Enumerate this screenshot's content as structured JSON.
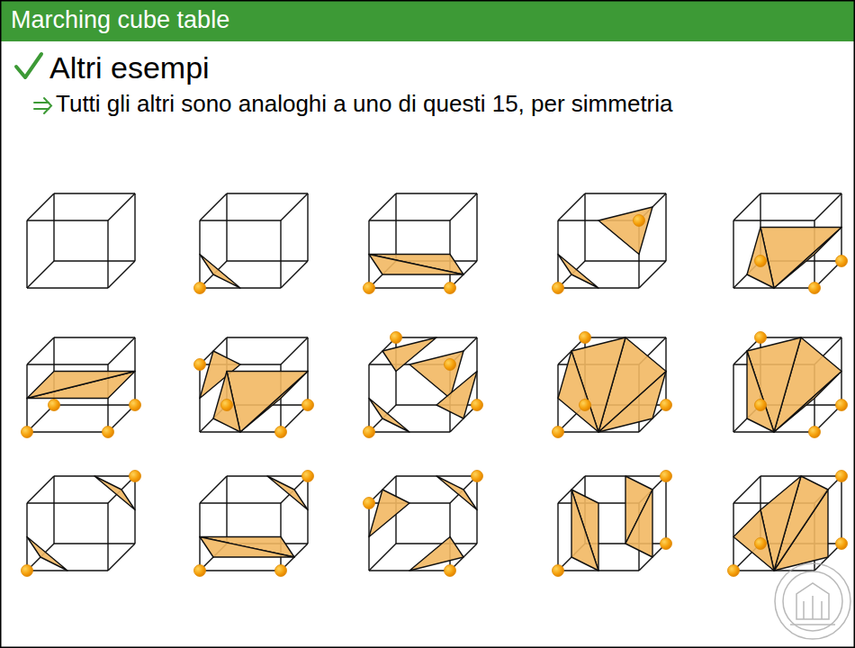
{
  "diagram": {
    "title": "Marching cube table",
    "labels": [
      "Altri esempi",
      "Tutti gli altri sono analoghi a uno di questi 15, per simmetria"
    ]
  }
}
